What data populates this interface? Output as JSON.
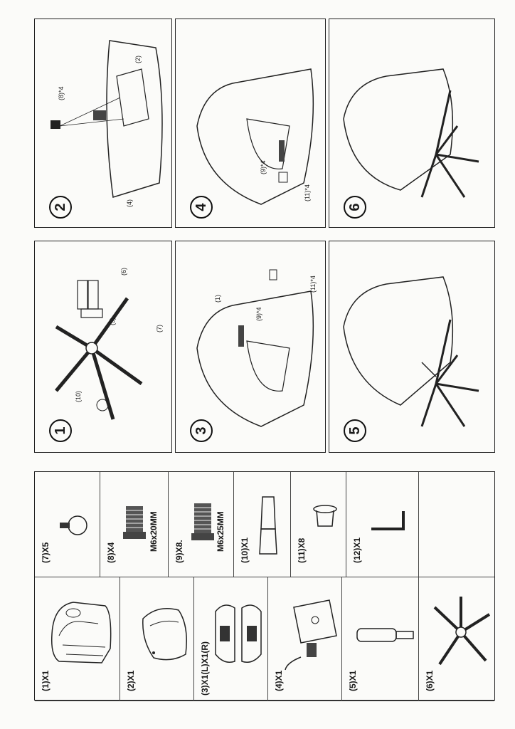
{
  "parts": [
    {
      "label": "(1)X1",
      "icon": "seat-back-icon"
    },
    {
      "label": "(2)X1",
      "icon": "seat-cushion-icon"
    },
    {
      "label": "(3)X1(L)X1(R)",
      "icon": "armrest-pair-icon"
    },
    {
      "label": "(4)X1",
      "icon": "tilt-mechanism-icon"
    },
    {
      "label": "(5)X1",
      "icon": "gas-lift-icon"
    },
    {
      "label": "(6)X1",
      "icon": "five-star-base-icon"
    },
    {
      "label": "(7)X5",
      "icon": "caster-icon"
    },
    {
      "label": "(8)X4",
      "spec": "M6x20MM",
      "icon": "bolt-icon"
    },
    {
      "label": "(9)X8.",
      "spec": "M6x25MM",
      "icon": "bolt-icon"
    },
    {
      "label": "(10)X1",
      "icon": "gas-lift-cover-icon"
    },
    {
      "label": "(11)X8",
      "icon": "bushing-icon"
    },
    {
      "label": "(12)X1",
      "icon": "allen-key-icon"
    }
  ],
  "steps": [
    {
      "number": "1",
      "callouts": [
        "(5)",
        "(6)",
        "(10)",
        "(7)"
      ]
    },
    {
      "number": "2",
      "callouts": [
        "(2)",
        "(8)*4",
        "(4)"
      ]
    },
    {
      "number": "3",
      "callouts": [
        "(1)",
        "(9)*4",
        "(11)*4"
      ]
    },
    {
      "number": "4",
      "callouts": [
        "(9)*4",
        "(11)*4"
      ]
    },
    {
      "number": "5",
      "callouts": []
    },
    {
      "number": "6",
      "callouts": []
    }
  ]
}
